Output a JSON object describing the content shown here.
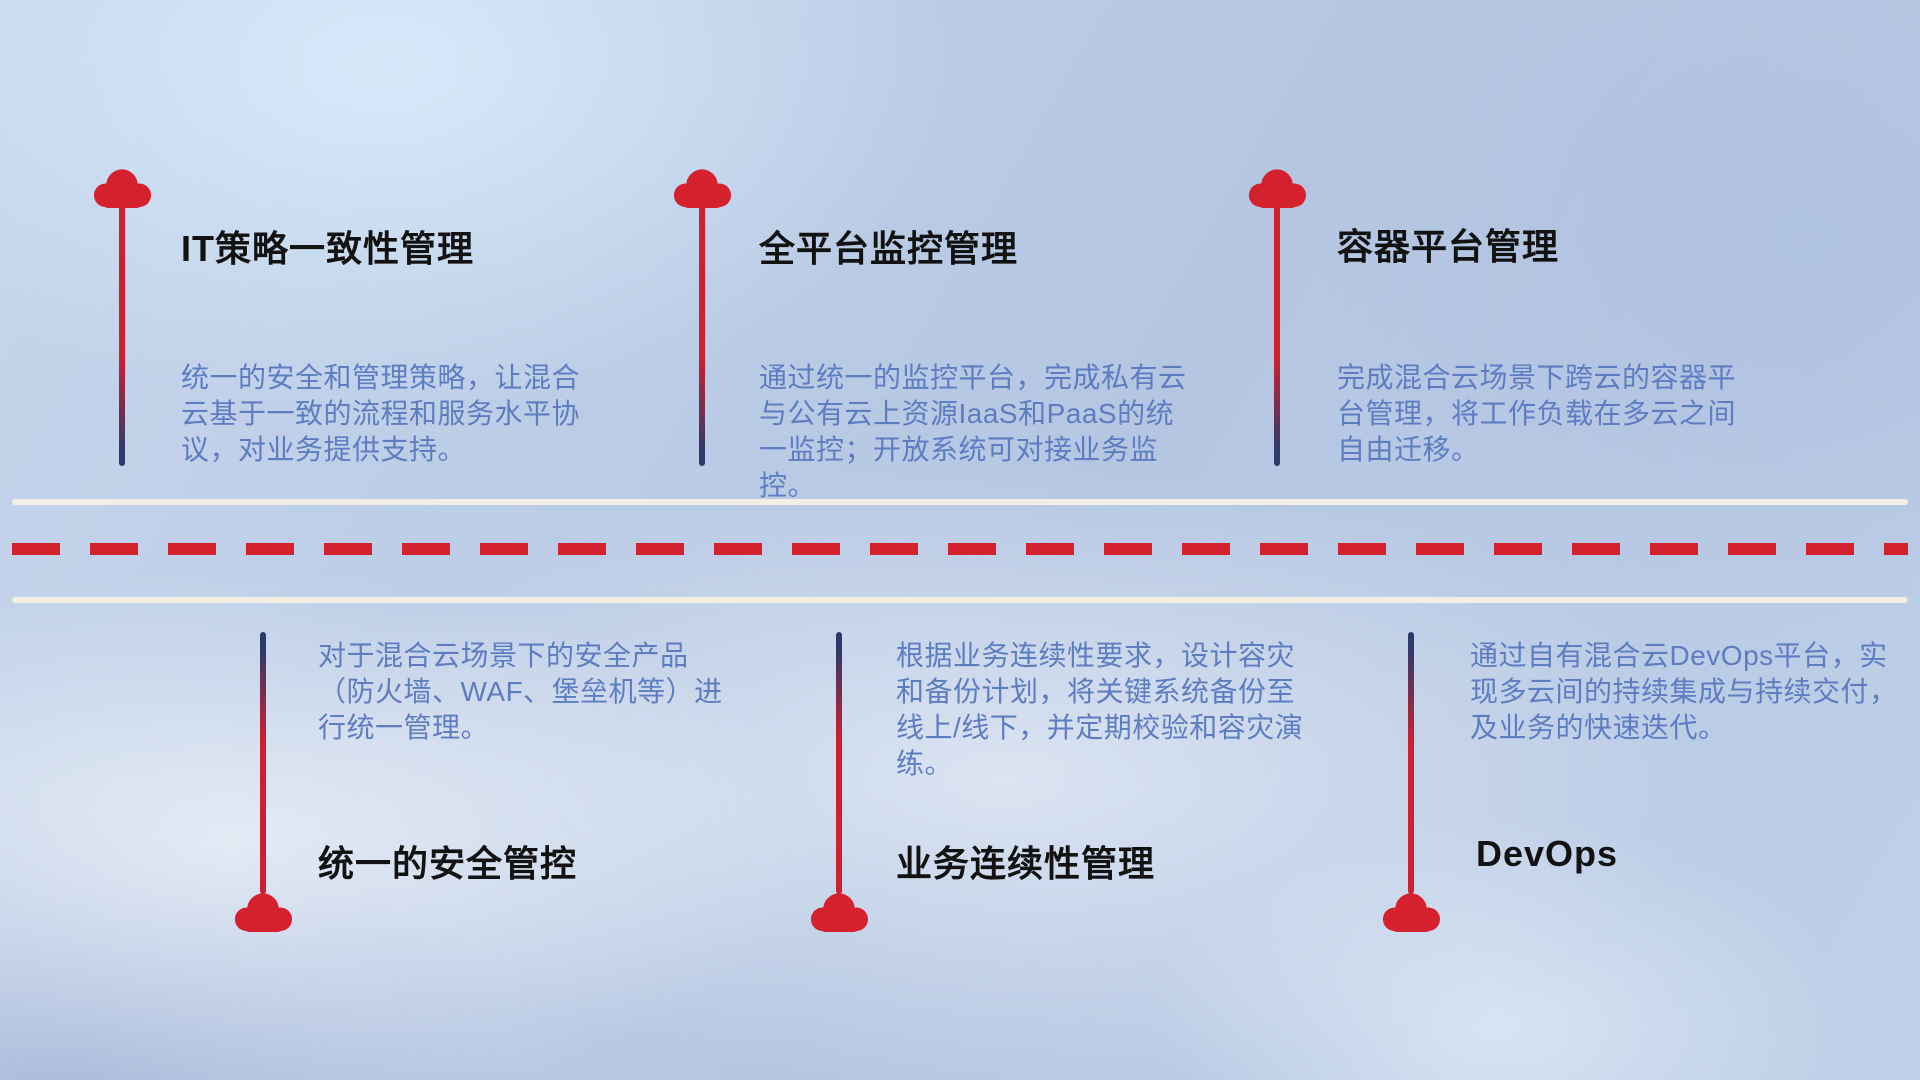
{
  "colors": {
    "cloud_red": "#d5202e",
    "pin_red": "#ce202e",
    "pin_navy": "#2e3a6c",
    "title_color": "#121212",
    "desc_color": "#5e7dc1",
    "road_line": "#f3eee4",
    "dash_red": "#d5202e"
  },
  "top_items": [
    {
      "title": "IT策略一致性管理",
      "description": "统一的安全和管理策略，让混合云基于一致的流程和服务水平协议，对业务提供支持。"
    },
    {
      "title": "全平台监控管理",
      "description": "通过统一的监控平台，完成私有云与公有云上资源IaaS和PaaS的统一监控；开放系统可对接业务监控。"
    },
    {
      "title": "容器平台管理",
      "description": "完成混合云场景下跨云的容器平台管理，将工作负载在多云之间自由迁移。"
    }
  ],
  "bottom_items": [
    {
      "title": "统一的安全管控",
      "description": "对于混合云场景下的安全产品（防火墙、WAF、堡垒机等）进行统一管理。"
    },
    {
      "title": "业务连续性管理",
      "description": "根据业务连续性要求，设计容灾和备份计划，将关键系统备份至线上/线下，并定期校验和容灾演练。"
    },
    {
      "title": "DevOps",
      "description": "通过自有混合云DevOps平台，实现多云间的持续集成与持续交付，及业务的快速迭代。"
    }
  ]
}
